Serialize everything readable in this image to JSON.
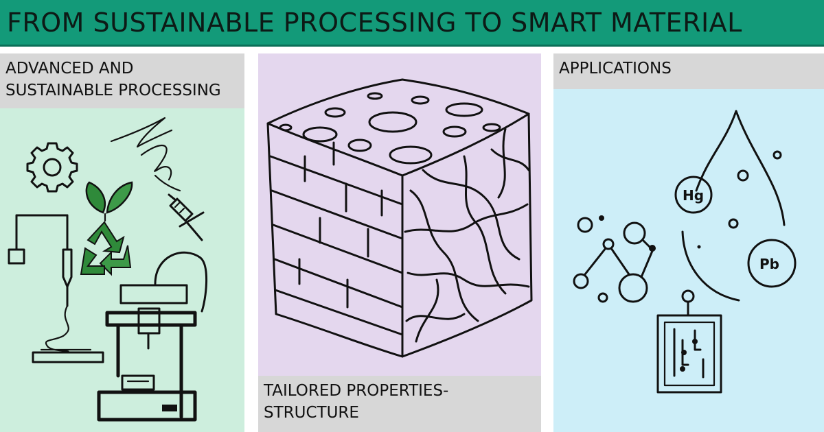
{
  "banner": {
    "title": "FROM SUSTAINABLE PROCESSING TO SMART MATERIAL",
    "color": "#139a79"
  },
  "panels": {
    "left": {
      "label_lines": [
        "ADVANCED AND",
        "SUSTAINABLE PROCESSING"
      ],
      "color": "#cdeedd"
    },
    "middle": {
      "label_lines": [
        "TAILORED PROPERTIES-",
        "STRUCTURE"
      ],
      "color": "#e4d7ee"
    },
    "right": {
      "label_lines": [
        "APPLICATIONS"
      ],
      "color": "#cdeef8",
      "chem_labels": {
        "mercury": "Hg",
        "lead": "Pb"
      }
    }
  },
  "icons": [
    "gear-icon",
    "leaf-icon",
    "recycle-icon",
    "syringe-icon",
    "fiber-icon",
    "bioprinter-icon",
    "printer-3d-icon",
    "porous-cube-icon",
    "water-drop-icon",
    "molecule-icon",
    "sensor-chip-icon"
  ]
}
